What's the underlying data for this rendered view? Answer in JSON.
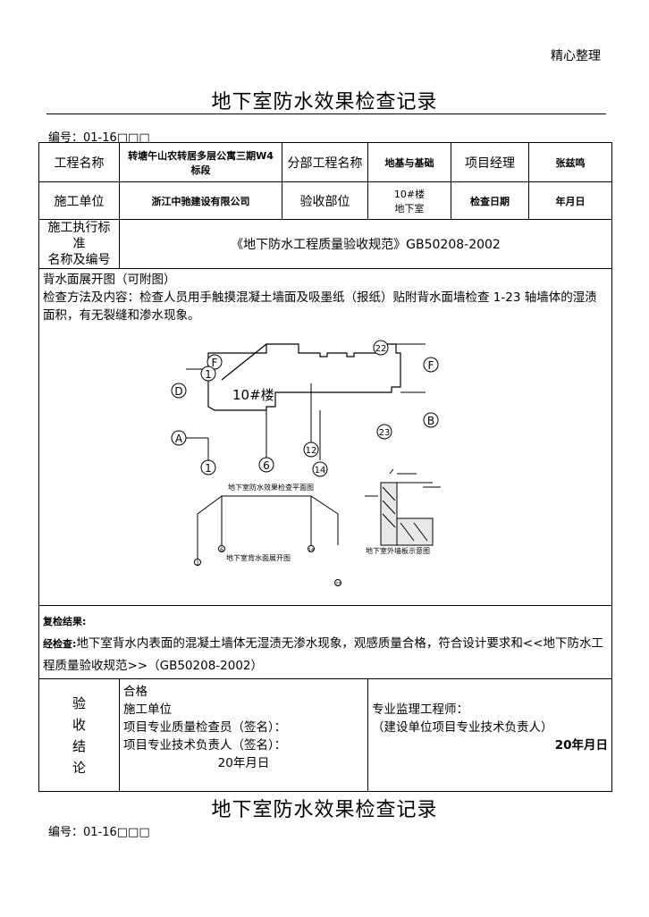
{
  "header": {
    "watermark": "精心整理",
    "title": "地下室防水效果检查记录",
    "doc_no": "编号：01-16□□□"
  },
  "info": {
    "project_name_label": "工程名称",
    "project_name_value": "转塘午山农转居多层公寓三期W4标段",
    "sub_project_label": "分部工程名称",
    "sub_project_value": "地基与基础",
    "manager_label": "项目经理",
    "manager_value": "张兹鸣",
    "builder_label": "施工单位",
    "builder_value": "浙江中驰建设有限公司",
    "accept_part_label": "验收部位",
    "accept_part_value_1": "10#楼",
    "accept_part_value_2": "地下室",
    "check_date_label": "检查日期",
    "check_date_value": "年月日",
    "standard_label_1": "施工执行标",
    "standard_label_2": "准",
    "standard_label_3": "名称及编号",
    "standard_value": "《地下防水工程质量验收规范》GB50208-2002"
  },
  "drawing": {
    "heading": "背水面展开图（可附图）",
    "method": "检查方法及内容：检查人员用手触摸混凝土墙面及吸墨纸（报纸）贴附背水面墙检查 1-23 轴墙体的湿渍面积，有无裂缝和渗水现象。",
    "building_label": "10#楼",
    "axis_f_left": "F",
    "axis_1_top": "1",
    "axis_d": "D",
    "axis_a": "A",
    "axis_1_bottom": "1",
    "axis_6": "6",
    "axis_12": "12",
    "axis_14": "14",
    "axis_22": "22",
    "axis_23": "23",
    "axis_f_right": "F",
    "axis_b": "B",
    "plan_caption": "地下室防水效果检查平面图",
    "elevation_caption": "地下室背水面展开图",
    "detail_caption": "地下室外墙板示意图",
    "elev_1": "1",
    "elev_6": "6",
    "elev_14": "14",
    "elev_23": "23"
  },
  "recheck": {
    "heading": "复检结果:",
    "label": "经检查:",
    "text": "地下室背水内表面的混凝土墙体无湿渍无渗水现象，观感质量合格，符合设计要求和<<地下防水工程质量验收规范>>（GB50208-2002）"
  },
  "conclusion": {
    "side_1": "验",
    "side_2": "收",
    "side_3": "结",
    "side_4": "论",
    "result": "合格",
    "builder": "施工单位",
    "inspector": "项目专业质量检查员（签名）：",
    "tech_lead": "项目专业技术负责人（签名）：",
    "date_left": "20年月日",
    "supervisor": "专业监理工程师：",
    "owner_rep": "（建设单位项目专业技术负责人）",
    "date_right": "20年月日"
  },
  "footer": {
    "title": "地下室防水效果检查记录",
    "doc_no": "编号：01-16□□□"
  }
}
